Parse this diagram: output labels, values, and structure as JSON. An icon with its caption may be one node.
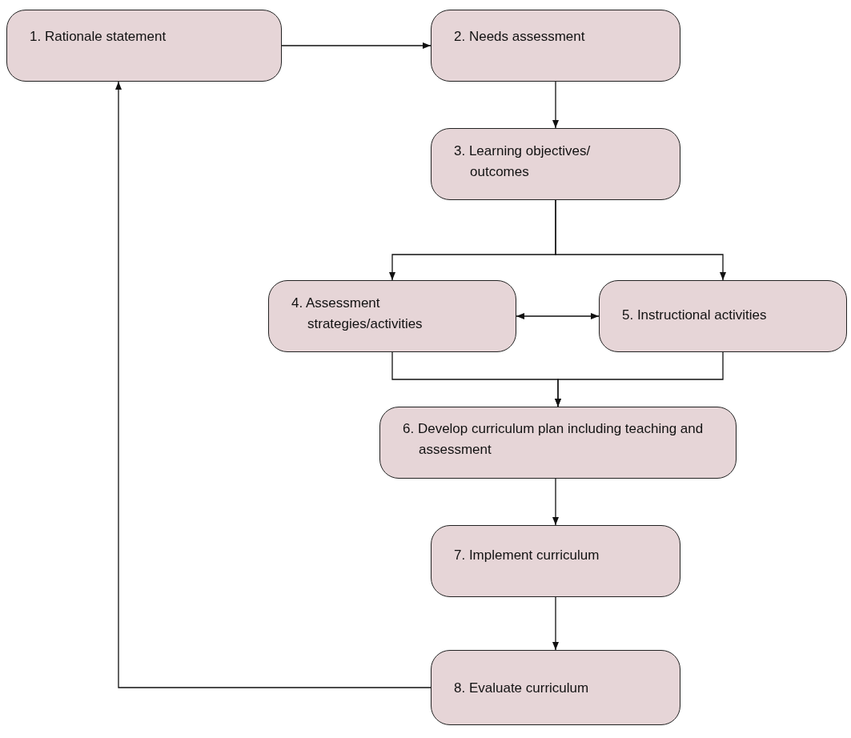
{
  "diagram": {
    "nodes": [
      {
        "text": [
          "1. Rationale statement"
        ]
      },
      {
        "text": [
          "2. Needs assessment"
        ]
      },
      {
        "text": [
          "3. Learning objectives/ outcomes"
        ]
      },
      {
        "text": [
          "4. Assessment strategies/activities"
        ]
      },
      {
        "text": [
          "5. Instructional activities"
        ]
      },
      {
        "text": [
          "6. Develop curriculum plan including teaching and assessment"
        ]
      },
      {
        "text": [
          "7. Implement curriculum"
        ]
      },
      {
        "text": [
          "8. Evaluate curriculum"
        ]
      }
    ],
    "edges": [
      {
        "from": 0,
        "to": 1,
        "arrow": "to"
      },
      {
        "from": 1,
        "to": 2,
        "arrow": "to"
      },
      {
        "from": 2,
        "to": 3,
        "arrow": "to"
      },
      {
        "from": 2,
        "to": 4,
        "arrow": "to"
      },
      {
        "from": 3,
        "to": 4,
        "arrow": "both"
      },
      {
        "from": 3,
        "to": 5,
        "arrow": "to"
      },
      {
        "from": 4,
        "to": 5,
        "arrow": "to"
      },
      {
        "from": 5,
        "to": 6,
        "arrow": "to"
      },
      {
        "from": 6,
        "to": 7,
        "arrow": "to"
      },
      {
        "from": 7,
        "to": 0,
        "arrow": "to"
      }
    ]
  }
}
